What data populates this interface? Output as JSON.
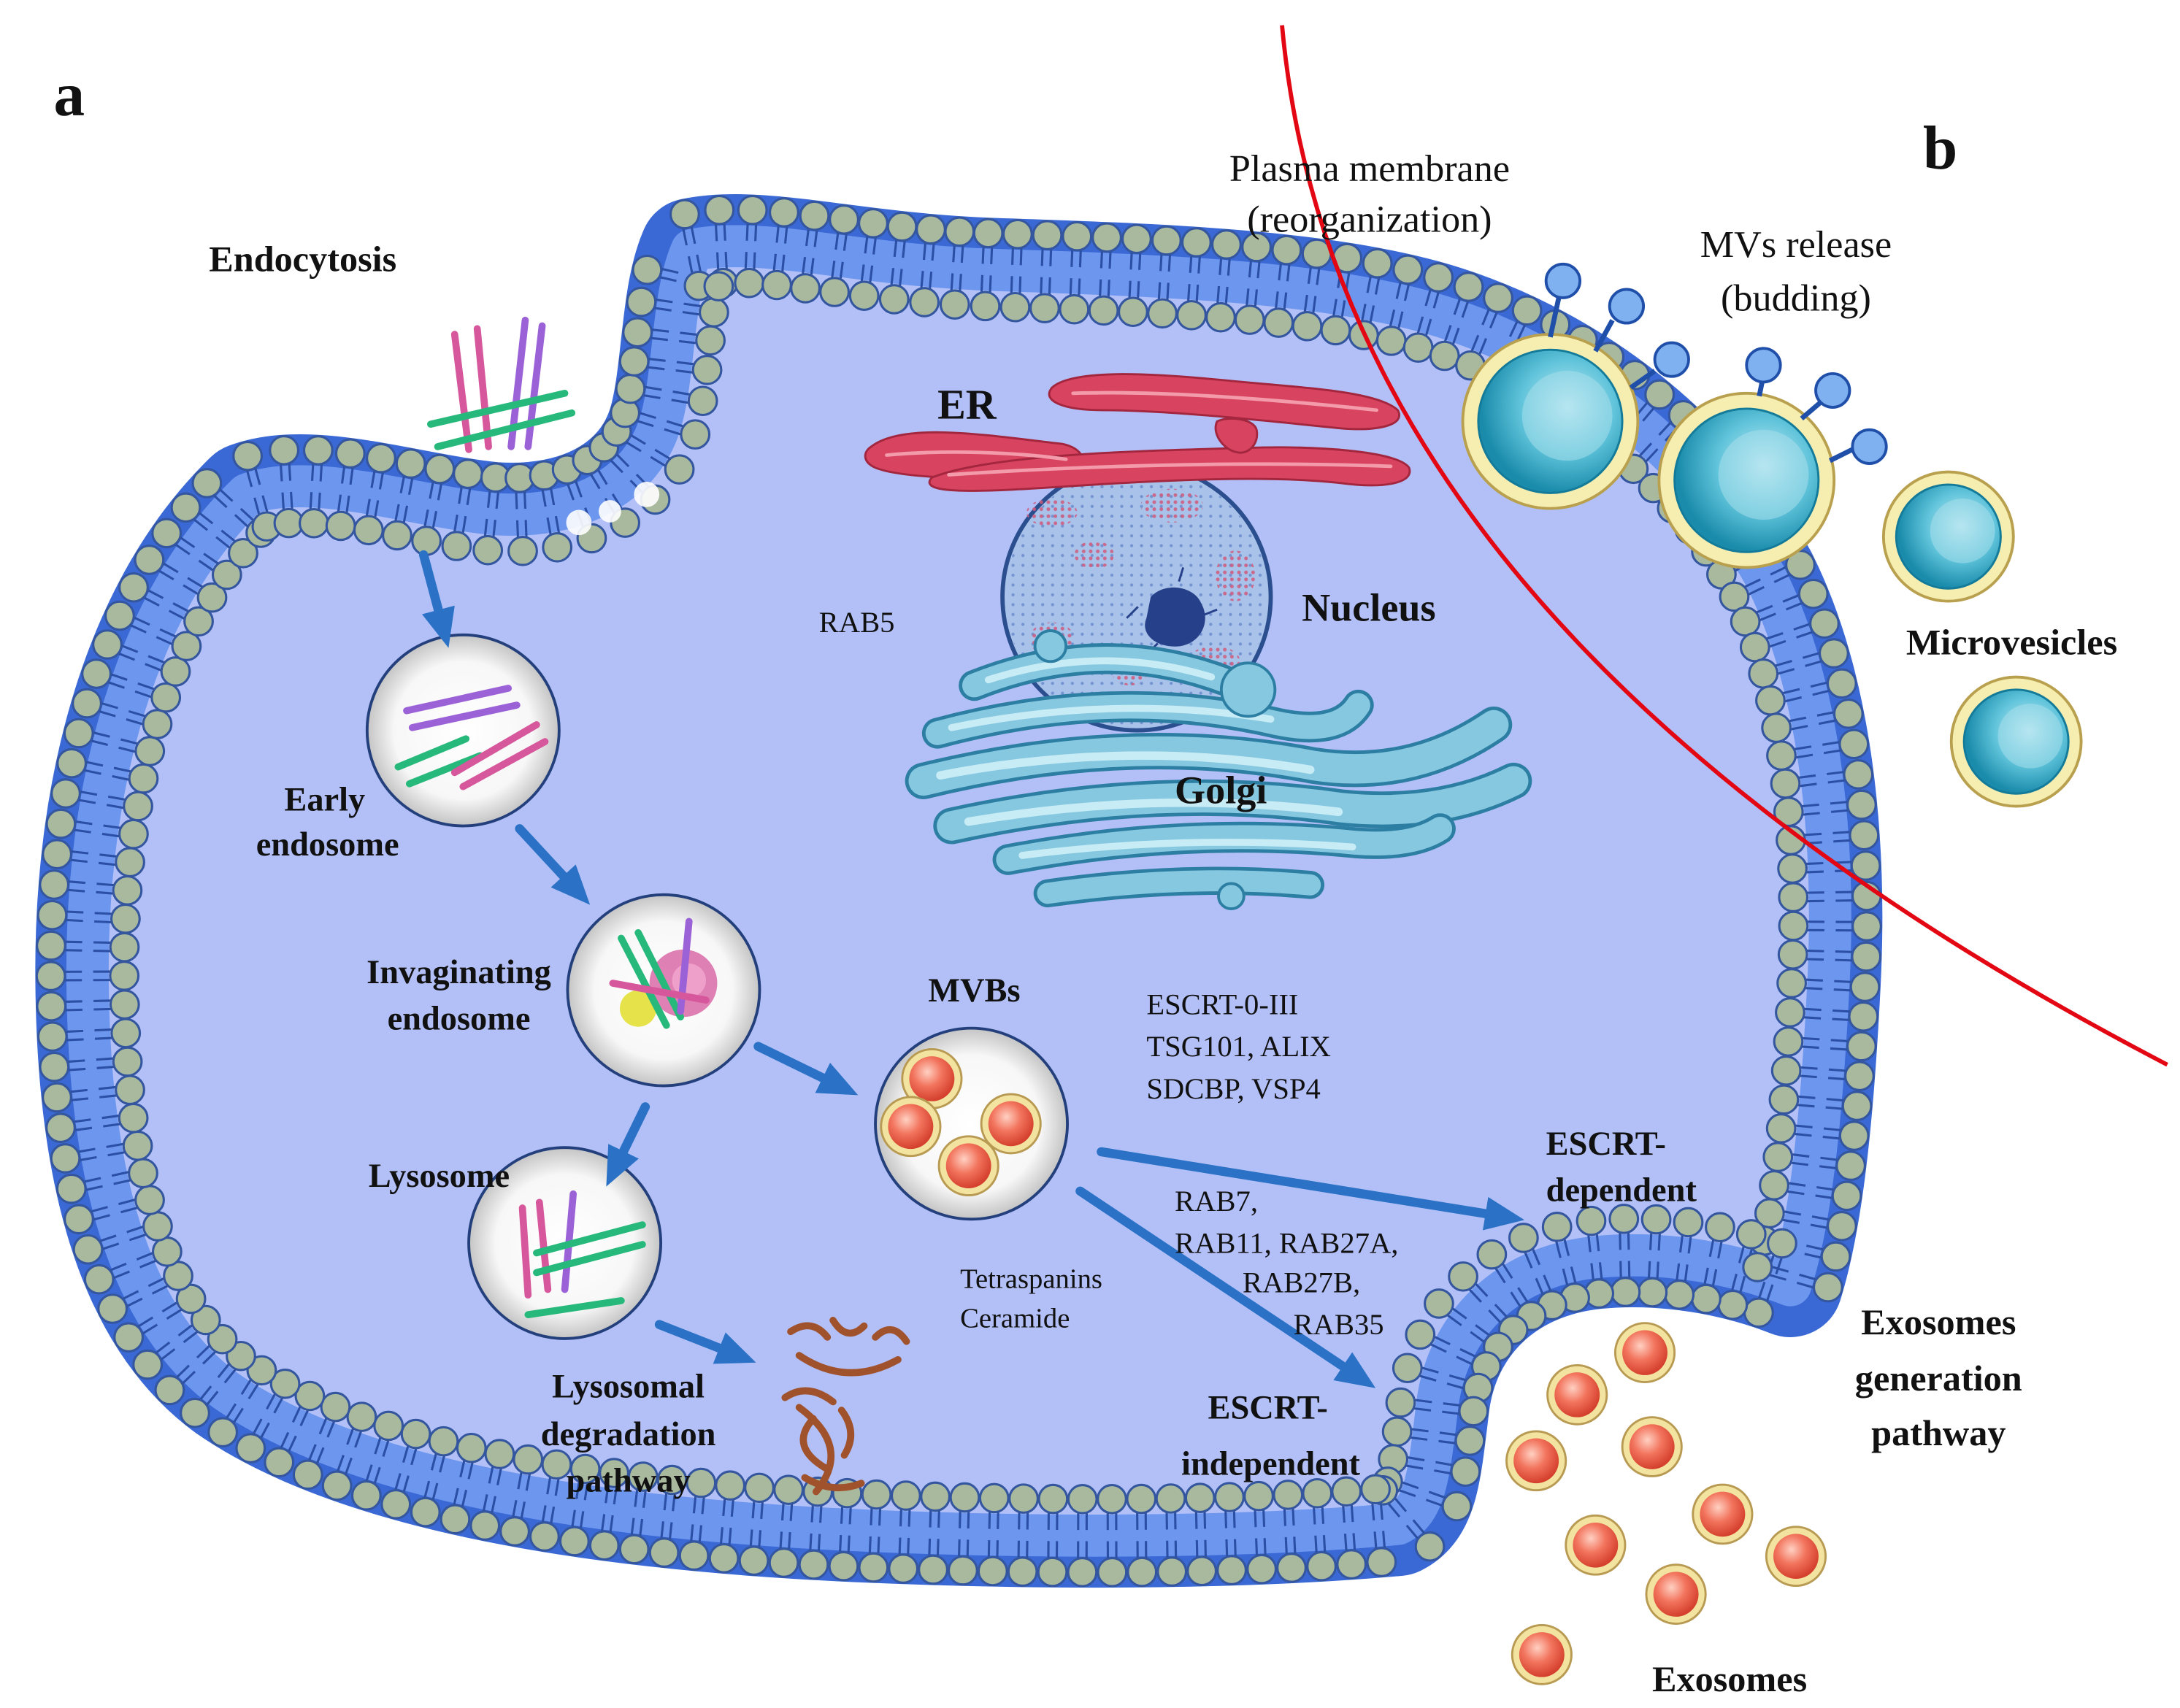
{
  "figure": {
    "panel_a": "a",
    "panel_b": "b",
    "plasma_membrane": [
      "Plasma membrane",
      "(reorganization)"
    ],
    "mvs_release": [
      "MVs release",
      "(budding)"
    ],
    "endocytosis": "Endocytosis",
    "er": "ER",
    "nucleus": "Nucleus",
    "rab5": "RAB5",
    "golgi": "Golgi",
    "microvesicles": "Microvesicles",
    "early_endosome": [
      "Early",
      "endosome"
    ],
    "invaginating_endosome": [
      "Invaginating",
      "endosome"
    ],
    "mvbs": "MVBs",
    "escrt_proteins": [
      "ESCRT-0-III",
      "TSG101, ALIX",
      "SDCBP, VSP4"
    ],
    "lysosome": "Lysosome",
    "escrt_dependent": [
      "ESCRT-",
      "dependent"
    ],
    "rab_proteins": [
      "RAB7,",
      "RAB11, RAB27A,",
      "RAB27B,",
      "RAB35"
    ],
    "tetraspanins_ceramide": [
      "Tetraspanins",
      "Ceramide"
    ],
    "lysosomal_pathway": [
      "Lysosomal",
      "degradation",
      "pathway"
    ],
    "escrt_independent": [
      "ESCRT-",
      "independent"
    ],
    "exosomes_pathway": [
      "Exosomes",
      "generation",
      "pathway"
    ],
    "exosomes": "Exosomes"
  },
  "colors": {
    "cytoplasm": "#b3c0f7",
    "membrane": "#3a68d4",
    "lipid_head": "#a9b99e",
    "arrow": "#2b72c6",
    "boundary_line": "#e30613",
    "er": "#d8435f",
    "golgi": "#86c8e0",
    "exosome": "#f2735c",
    "microvesicle": "#5fc3da"
  }
}
